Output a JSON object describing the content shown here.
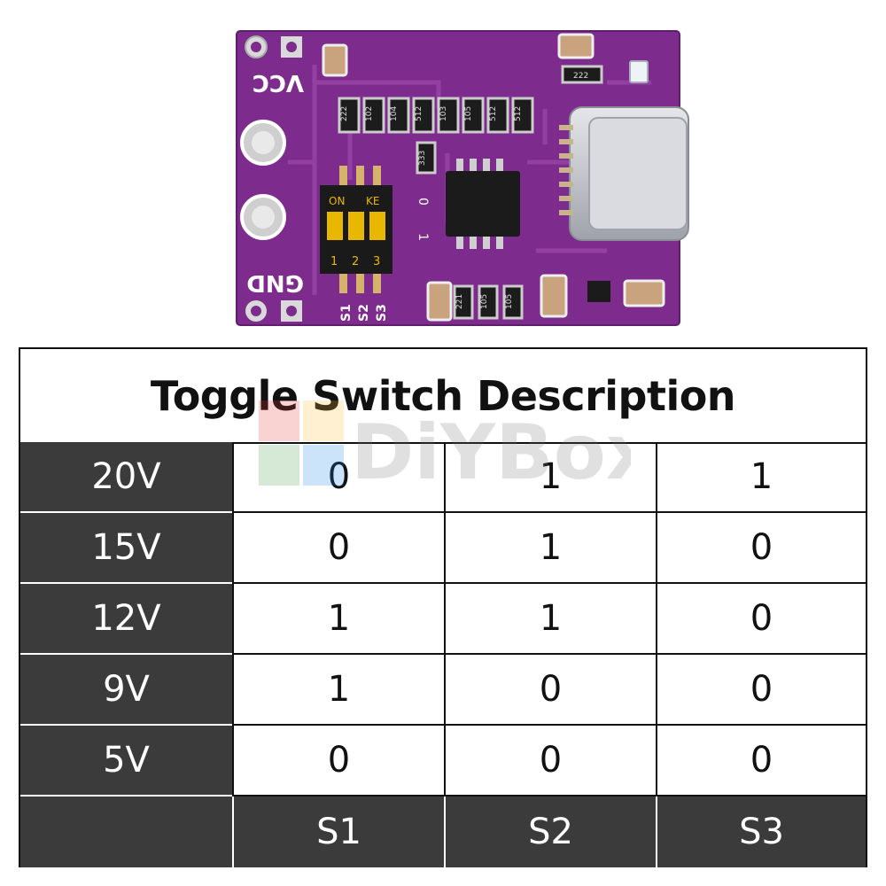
{
  "board": {
    "vcc_label": "VCC",
    "gnd_label": "GND",
    "dip_on_label": "ON",
    "dip_ke_label": "KE",
    "dip_numbers": [
      "1",
      "2",
      "3"
    ],
    "switch_labels": [
      "S1",
      "S2",
      "S3"
    ],
    "side_zero": "0",
    "side_one": "1",
    "resistor_codes": [
      "222",
      "102",
      "104",
      "512",
      "103",
      "105",
      "512",
      "512"
    ],
    "chip_code": "333",
    "bottom_codes": [
      "221",
      "105",
      "105"
    ],
    "corner_code": "222",
    "pcb_color": "#7a2a8a"
  },
  "watermark": "DiYBox",
  "table": {
    "title": "Toggle Switch Description",
    "rows": [
      {
        "label": "20V",
        "s1": "0",
        "s2": "1",
        "s3": "1"
      },
      {
        "label": "15V",
        "s1": "0",
        "s2": "1",
        "s3": "0"
      },
      {
        "label": "12V",
        "s1": "1",
        "s2": "1",
        "s3": "0"
      },
      {
        "label": "9V",
        "s1": "1",
        "s2": "0",
        "s3": "0"
      },
      {
        "label": "5V",
        "s1": "0",
        "s2": "0",
        "s3": "0"
      }
    ],
    "footer": {
      "label": "",
      "s1": "S1",
      "s2": "S2",
      "s3": "S3"
    }
  }
}
